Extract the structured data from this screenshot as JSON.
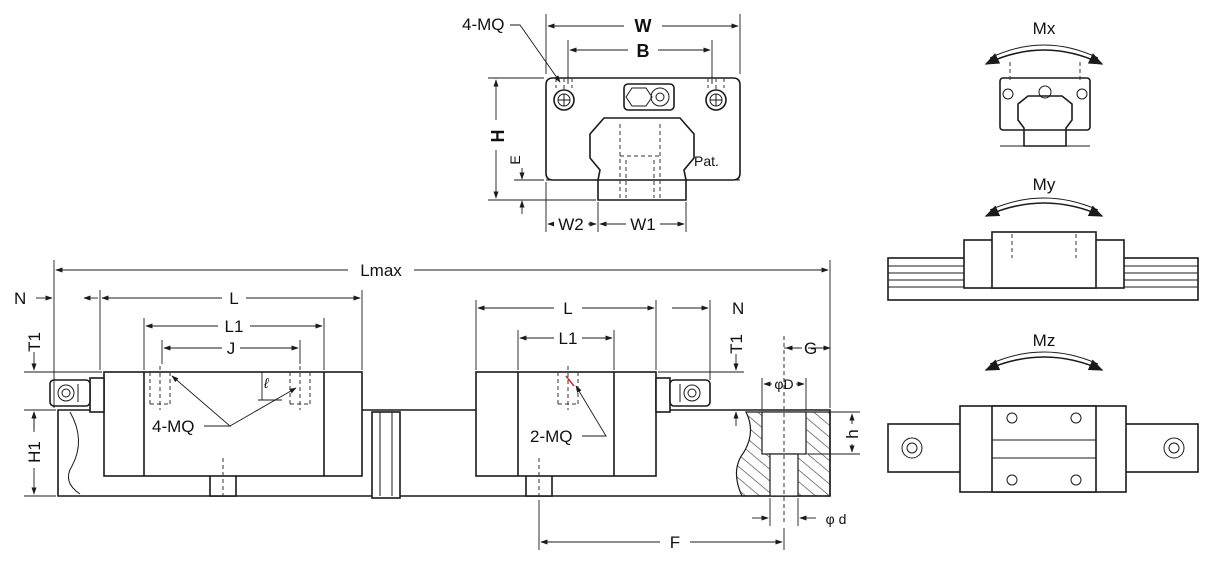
{
  "front_view": {
    "labels": {
      "mounting": "4-MQ",
      "width": "W",
      "bolt_span": "B",
      "height": "H",
      "clearance": "E",
      "rail_offset": "W2",
      "rail_width": "W1",
      "patent": "Pat."
    }
  },
  "moment_views": {
    "roll": "Mx",
    "pitch": "My",
    "yaw": "Mz"
  },
  "side_view": {
    "labels": {
      "max_length": "Lmax",
      "left_end": "N",
      "right_end": "N",
      "left_block_length": "L",
      "right_block_length": "L",
      "left_body_length": "L1",
      "right_body_length": "L1",
      "hole_span": "J",
      "left_top_offset": "T1",
      "right_top_offset": "T1",
      "rail_height": "H1",
      "left_holes": "4-MQ",
      "right_holes": "2-MQ",
      "thread_depth": "ℓ",
      "end_distance": "G",
      "counterbore_dia": "φD",
      "counterbore_depth": "h",
      "hole_dia": "φ d",
      "pitch": "F"
    }
  },
  "colors": {
    "line": "#1a1a1a",
    "hatch": "#444444",
    "accent_mark": "#cc3333"
  }
}
